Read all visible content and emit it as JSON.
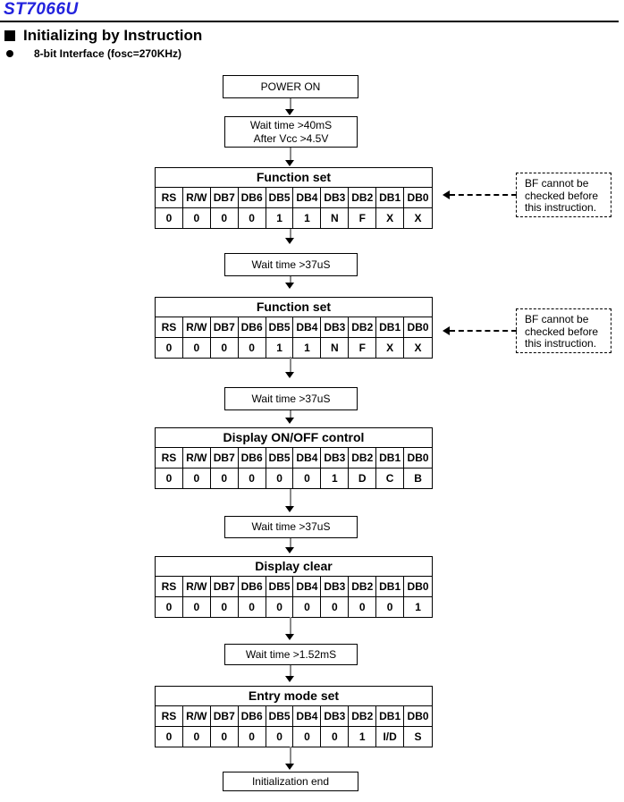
{
  "page": {
    "title": "ST7066U",
    "section_heading": "Initializing by Instruction",
    "sub_heading": "8-bit Interface (fosc=270KHz)",
    "colors": {
      "title_blue": "#2222dd",
      "arrow_gray": "#8a8a8a",
      "ink": "#000000",
      "background": "#ffffff"
    }
  },
  "flowchart": {
    "start": "POWER ON",
    "wait_power": {
      "line1": "Wait time >40mS",
      "line2": "After Vcc >4.5V"
    },
    "wait_37us": "Wait time >37uS",
    "wait_152ms": "Wait time >1.52mS",
    "end": "Initialization end",
    "bf_note": {
      "lines": [
        "BF cannot be",
        "checked before",
        "this instruction."
      ]
    },
    "columns": [
      "RS",
      "R/W",
      "DB7",
      "DB6",
      "DB5",
      "DB4",
      "DB3",
      "DB2",
      "DB1",
      "DB0"
    ],
    "steps": {
      "function_set_1": {
        "title": "Function set",
        "values": [
          "0",
          "0",
          "0",
          "0",
          "1",
          "1",
          "N",
          "F",
          "X",
          "X"
        ]
      },
      "function_set_2": {
        "title": "Function set",
        "values": [
          "0",
          "0",
          "0",
          "0",
          "1",
          "1",
          "N",
          "F",
          "X",
          "X"
        ]
      },
      "display_on_off": {
        "title": "Display ON/OFF control",
        "values": [
          "0",
          "0",
          "0",
          "0",
          "0",
          "0",
          "1",
          "D",
          "C",
          "B"
        ]
      },
      "display_clear": {
        "title": "Display clear",
        "values": [
          "0",
          "0",
          "0",
          "0",
          "0",
          "0",
          "0",
          "0",
          "0",
          "1"
        ]
      },
      "entry_mode_set": {
        "title": "Entry mode set",
        "values": [
          "0",
          "0",
          "0",
          "0",
          "0",
          "0",
          "0",
          "1",
          "I/D",
          "S"
        ]
      }
    }
  }
}
